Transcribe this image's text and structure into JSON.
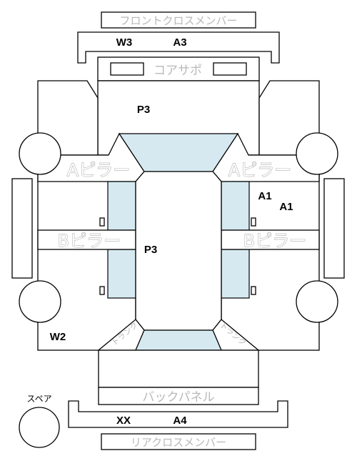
{
  "parts": {
    "front_cross_member": "フロントクロスメンバー",
    "core_support": "コアサポ",
    "a_pillar_left": "Aピラー",
    "a_pillar_right": "Aピラー",
    "b_pillar_left": "Bピラー",
    "b_pillar_right": "Bピラー",
    "trunk_left": "トランク",
    "trunk_right": "トランク",
    "back_panel": "バックパネル",
    "rear_cross_member": "リアクロスメンバー",
    "spare": "スペア"
  },
  "codes": {
    "front_cross_w": "W3",
    "front_cross_a": "A3",
    "front_area": "P3",
    "right_a1_upper": "A1",
    "right_a1_lower": "A1",
    "center": "P3",
    "rear_left_w": "W2",
    "rear_cross_x": "XX",
    "rear_cross_a": "A4"
  }
}
